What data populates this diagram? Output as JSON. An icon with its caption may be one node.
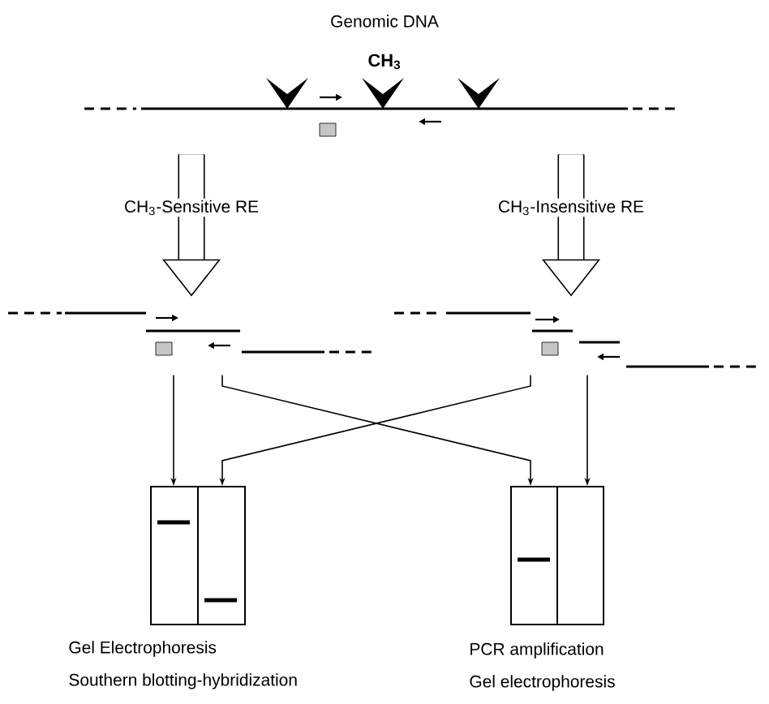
{
  "diagram": {
    "title": "Genomic DNA",
    "nodes": [
      {
        "text": [],
        "shape": "bar",
        "beside": [
          "CH$_{3}$"
        ]
      },
      {
        "text": [],
        "shape": "bar"
      },
      {
        "text": [],
        "shape": "bar"
      },
      {
        "text": [],
        "shape": "box",
        "beside": [
          "Gel Electrophoresis",
          "Southern blotting-hybridization"
        ]
      },
      {
        "text": [],
        "shape": "box",
        "beside": [
          "PCR amplification",
          "Gel electrophoresis"
        ]
      }
    ],
    "edges": [
      {
        "from": 0,
        "to": 1,
        "arrow": "to",
        "label": "CH$_{3}$-Sensitive RE",
        "style": "thick"
      },
      {
        "from": 0,
        "to": 2,
        "arrow": "to",
        "label": "CH$_{3}$-Insensitive RE",
        "style": "thick"
      },
      {
        "from": 1,
        "to": 3,
        "arrow": "to"
      },
      {
        "from": 1,
        "to": 4,
        "arrow": "to"
      },
      {
        "from": 2,
        "to": 3,
        "arrow": "to"
      },
      {
        "from": 2,
        "to": 4,
        "arrow": "to"
      }
    ]
  }
}
